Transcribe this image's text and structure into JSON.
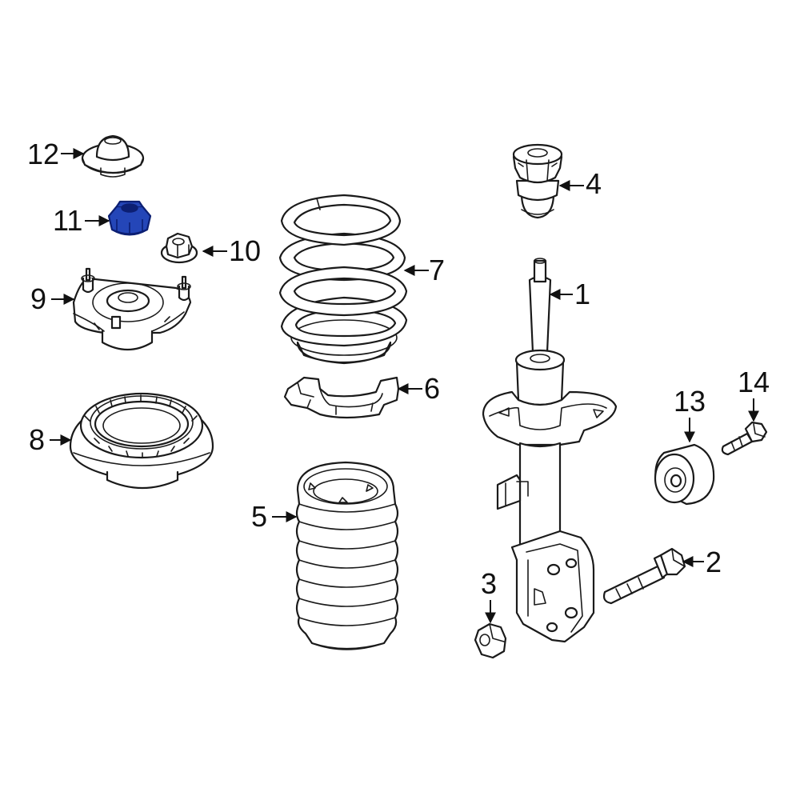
{
  "colors": {
    "line": "#1a1a1a",
    "highlight": "#2446b8",
    "highlight_dark": "#0c1f73",
    "background": "#ffffff"
  },
  "highlighted_part": "11",
  "callouts": {
    "c1": "1",
    "c2": "2",
    "c3": "3",
    "c4": "4",
    "c5": "5",
    "c6": "6",
    "c7": "7",
    "c8": "8",
    "c9": "9",
    "c10": "10",
    "c11": "11",
    "c12": "12",
    "c13": "13",
    "c14": "14"
  }
}
